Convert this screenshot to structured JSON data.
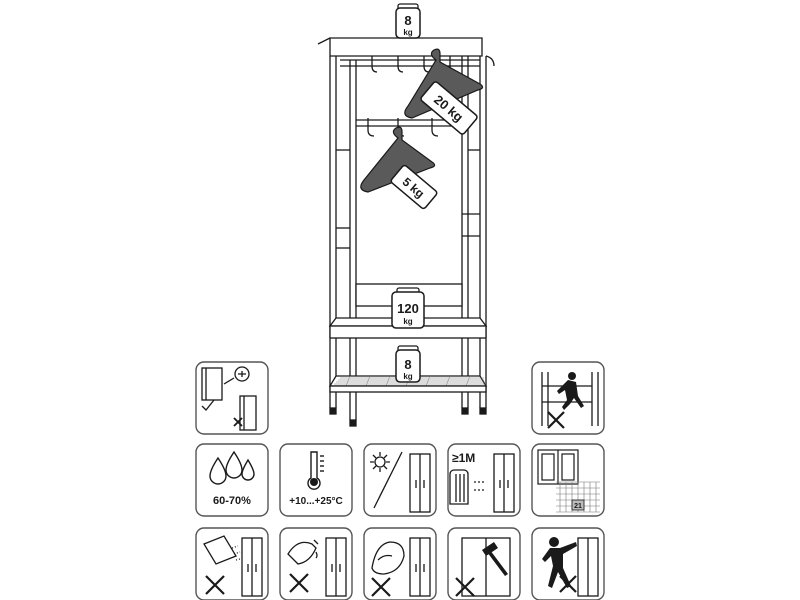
{
  "weights": {
    "top_shelf": {
      "value": "8",
      "unit": "kg"
    },
    "upper_hanger": "20 kg",
    "lower_hanger": "5 kg",
    "bench": {
      "value": "120",
      "unit": "kg"
    },
    "bottom_shelf": {
      "value": "8",
      "unit": "kg"
    }
  },
  "care_icons": {
    "humidity": "60-70%",
    "temperature": "+10...+25°C",
    "distance": "≥1M",
    "grid_number": "21"
  },
  "colors": {
    "line": "#1a1a1a",
    "hanger_fill": "#5a5a5a",
    "tile_border": "#555555"
  }
}
